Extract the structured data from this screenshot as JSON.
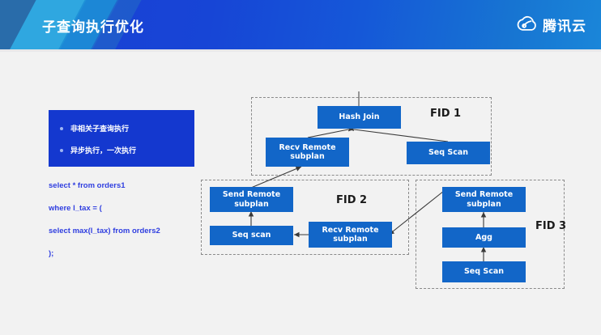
{
  "header": {
    "title": "子查询执行优化",
    "brand": "腾讯云",
    "logo_icon": "cloud-logo-icon",
    "gradient_start": "#1b3fd4",
    "gradient_end": "#1a86d9"
  },
  "left_panel": {
    "card_color": "#1438cf",
    "bullets": [
      "非相关子查询执行",
      "异步执行，一次执行"
    ],
    "sql": {
      "color": "#2f3ee0",
      "lines": [
        "select * from orders1",
        "where l_tax = (",
        "   select        max(l_tax)        from orders2",
        ");"
      ]
    }
  },
  "diagram": {
    "node_color": "#1266c8",
    "container_border": "#8a8a8a",
    "groups": [
      {
        "label": "FID 1",
        "nodes": [
          {
            "name": "hash-join",
            "text": "Hash Join"
          },
          {
            "name": "recv-remote-subplan",
            "text": "Recv Remote\nsubplan"
          },
          {
            "name": "seq-scan",
            "text": "Seq Scan"
          }
        ]
      },
      {
        "label": "FID 2",
        "nodes": [
          {
            "name": "send-remote-subplan",
            "text": "Send Remote\nsubplan"
          },
          {
            "name": "seq-scan",
            "text": "Seq scan"
          },
          {
            "name": "recv-remote-subplan",
            "text": "Recv Remote\nsubplan"
          }
        ]
      },
      {
        "label": "FID 3",
        "nodes": [
          {
            "name": "send-remote-subplan",
            "text": "Send Remote\nsubplan"
          },
          {
            "name": "agg",
            "text": "Agg"
          },
          {
            "name": "seq-scan",
            "text": "Seq Scan"
          }
        ]
      }
    ],
    "node_labels": {
      "fid1_hash_join": "Hash Join",
      "fid1_recv": "Recv Remote\nsubplan",
      "fid1_seq_scan": "Seq Scan",
      "fid2_send": "Send Remote\nsubplan",
      "fid2_seq_scan": "Seq scan",
      "fid2_recv": "Recv Remote\nsubplan",
      "fid3_send": "Send Remote\nsubplan",
      "fid3_agg": "Agg",
      "fid3_seq_scan": "Seq Scan"
    },
    "group_labels": {
      "fid1": "FID 1",
      "fid2": "FID 2",
      "fid3": "FID 3"
    }
  }
}
